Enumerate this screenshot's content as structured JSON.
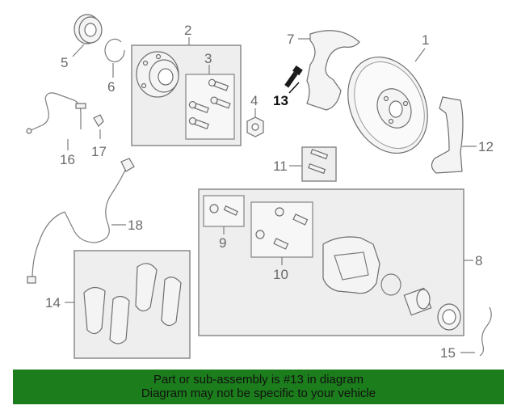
{
  "labels": {
    "n1": "1",
    "n2": "2",
    "n3": "3",
    "n4": "4",
    "n5": "5",
    "n6": "6",
    "n7": "7",
    "n8": "8",
    "n9": "9",
    "n10": "10",
    "n11": "11",
    "n12": "12",
    "n13": "13",
    "n14": "14",
    "n15": "15",
    "n16": "16",
    "n17": "17",
    "n18": "18"
  },
  "highlighted_part": "13",
  "banner": {
    "line1": "Part or sub-assembly is #13 in diagram",
    "line2": "Diagram may not be specific to your vehicle",
    "color": "#1c7d1c"
  }
}
